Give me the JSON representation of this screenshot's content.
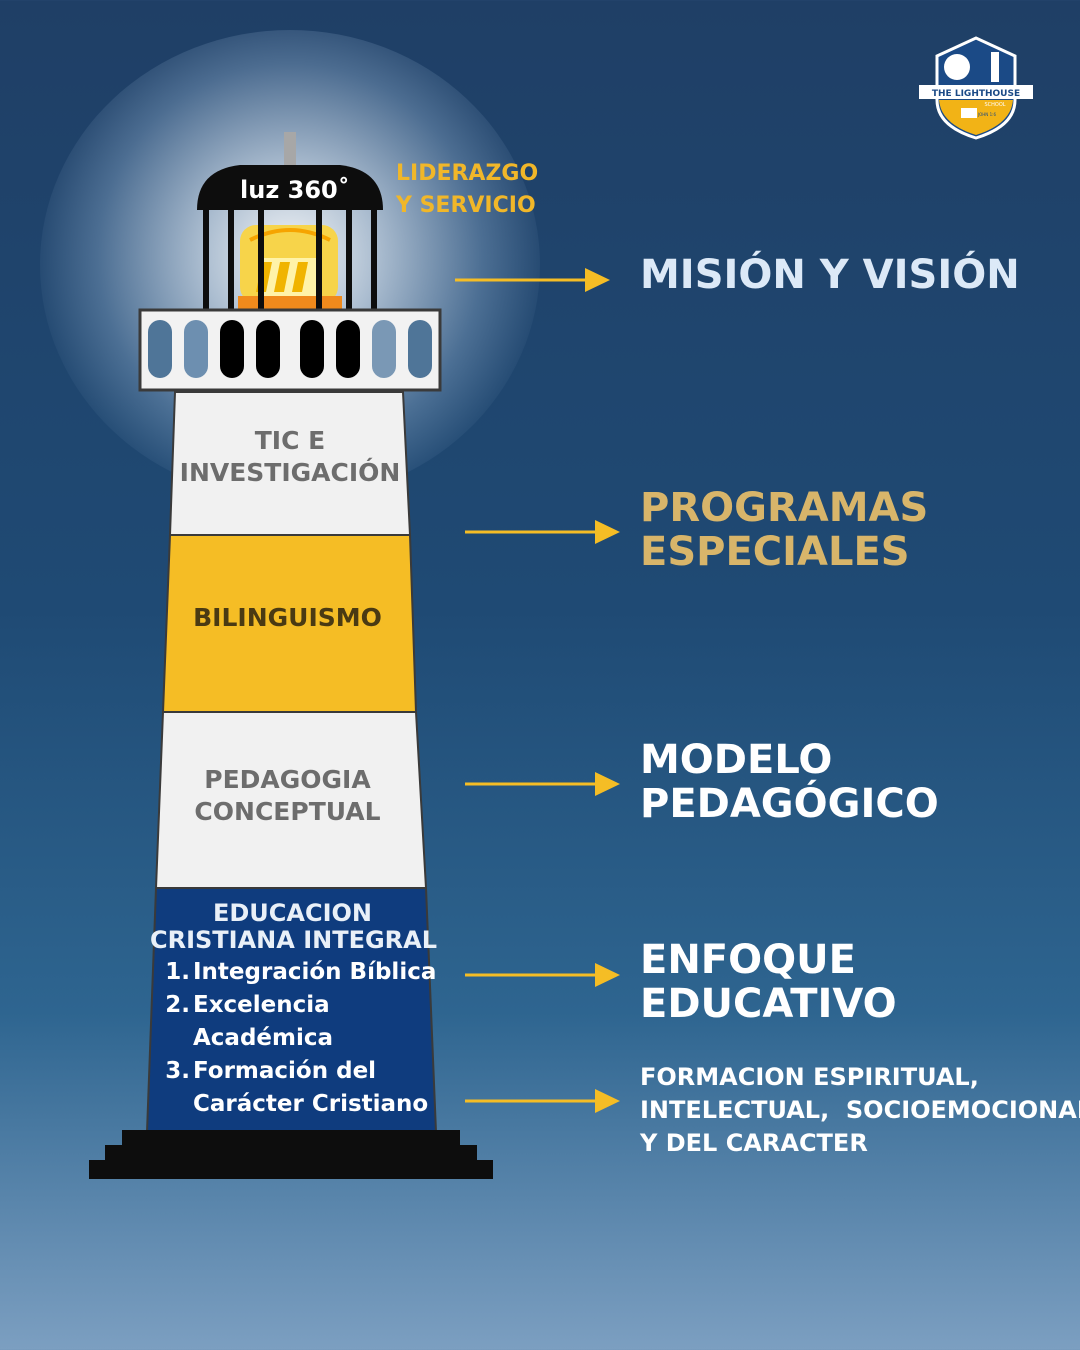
{
  "lighthouse": {
    "lantern_label": "luz 360˚",
    "leadership_label": "LIDERAZGO\nY SERVICIO",
    "bands": [
      "TIC E\nINVESTIGACIÓN",
      "BILINGUISMO",
      "PEDAGOGIA\nCONCEPTUAL",
      "EDUCACION\nCRISTIANA INTEGRAL"
    ],
    "base_list": [
      {
        "num": "1.",
        "text": "Integración Bíblica"
      },
      {
        "num": "2.",
        "text": "Excelencia\nAcadémica"
      },
      {
        "num": "3.",
        "text": "Formación del\nCarácter Cristiano"
      }
    ]
  },
  "right_labels": [
    "MISIÓN Y VISIÓN",
    "PROGRAMAS\nESPECIALES",
    "MODELO\nPEDAGÓGICO",
    "ENFOQUE\nEDUCATIVO",
    "FORMACION ESPIRITUAL,\nINTELECTUAL,  SOCIOEMOCIONAL\nY DEL CARACTER"
  ],
  "logo": {
    "name": "THE LIGHTHOUSE",
    "sub": "SCHOOL",
    "verse": "JOHN 1:6"
  },
  "colors": {
    "background": "#1f4a74",
    "accent_yellow": "#f5bd25",
    "base_blue": "#0f3c7e",
    "band_white": "#f1f1f1",
    "label_gold": "#d8b56a"
  }
}
